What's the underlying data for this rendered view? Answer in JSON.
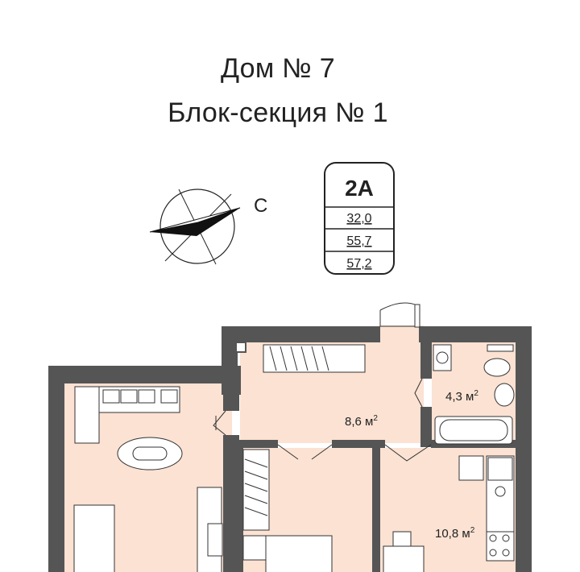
{
  "header": {
    "house": "Дом № 7",
    "section": "Блок-секция № 1"
  },
  "compass": {
    "north_label": "С"
  },
  "apartment": {
    "type": "2А",
    "area_living": "32,0",
    "area_total_without": "55,7",
    "area_total": "57,2"
  },
  "rooms": {
    "hall_area": "8,6 м",
    "bath_area": "4,3 м",
    "kitchen_area": "10,8 м",
    "sup": "2"
  },
  "colors": {
    "wall": "#555555",
    "floor": "#fbe2d3",
    "furniture_stroke": "#333333"
  }
}
